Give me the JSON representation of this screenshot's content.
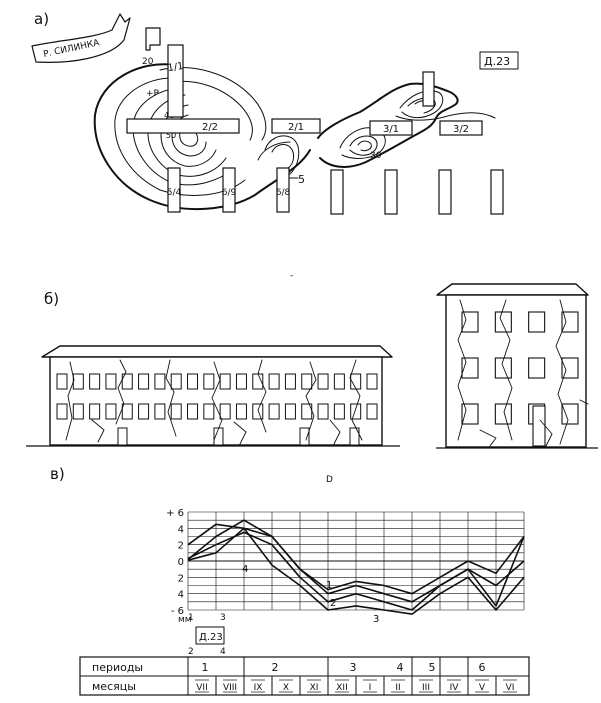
{
  "panels": {
    "a": {
      "label": "а)",
      "river_label": "Р. СИЛИНКА",
      "house_label": "Д.23",
      "contour_labels": [
        "20",
        "+Р",
        "40",
        "50",
        "30"
      ],
      "building_blocks": [
        "1/1",
        "2/2",
        "2/1",
        "3/1",
        "3/2"
      ],
      "pile_labels": [
        "5/4",
        "6/9",
        "6/8"
      ],
      "callout": "5"
    },
    "b": {
      "label": "б)",
      "stray_mark": "-",
      "building_left_window_grid": {
        "rows": 2,
        "cols": 20
      },
      "building_right_window_grid": {
        "rows": 3,
        "cols": 4
      }
    },
    "c": {
      "label": "в)",
      "stray_mark": "D"
    }
  },
  "chart_data": {
    "type": "line",
    "ylabel": "мм",
    "y_ticks": [
      "+ 6",
      "4",
      "2",
      "0",
      "2",
      "4",
      "- 6"
    ],
    "ylim": [
      -6,
      6
    ],
    "legend_box": "Д.23",
    "legend_numbers": [
      "1",
      "3",
      "2",
      "4"
    ],
    "x": [
      "VII",
      "VIII",
      "IX",
      "X",
      "XI",
      "XII",
      "I",
      "II",
      "III",
      "IV",
      "V",
      "VI"
    ],
    "x_row_label": "месяцы",
    "periods_row_label": "периоды",
    "periods": [
      "1",
      "2",
      "3",
      "4",
      "5",
      "6"
    ],
    "series": [
      {
        "name": "1",
        "points": [
          [
            0,
            0.2
          ],
          [
            1,
            3
          ],
          [
            2,
            5
          ],
          [
            3,
            3
          ],
          [
            4,
            -1
          ],
          [
            5,
            -3.5
          ],
          [
            6,
            -2.5
          ],
          [
            7,
            -3
          ],
          [
            8,
            -4
          ],
          [
            9,
            -2
          ],
          [
            10,
            0
          ],
          [
            11,
            -1.5
          ],
          [
            12,
            3
          ]
        ]
      },
      {
        "name": "2",
        "points": [
          [
            0,
            0.3
          ],
          [
            1,
            2
          ],
          [
            2,
            3.5
          ],
          [
            3,
            2
          ],
          [
            4,
            -2
          ],
          [
            5,
            -5
          ],
          [
            6,
            -4
          ],
          [
            7,
            -5
          ],
          [
            8,
            -6
          ],
          [
            9,
            -3
          ],
          [
            10,
            -1
          ],
          [
            11,
            -5.5
          ],
          [
            12,
            3
          ]
        ]
      },
      {
        "name": "3",
        "points": [
          [
            0,
            0.1
          ],
          [
            1,
            1
          ],
          [
            2,
            4
          ],
          [
            3,
            3
          ],
          [
            4,
            -1
          ],
          [
            5,
            -4
          ],
          [
            6,
            -3
          ],
          [
            7,
            -4
          ],
          [
            8,
            -5
          ],
          [
            9,
            -3
          ],
          [
            10,
            -1
          ],
          [
            11,
            -3
          ],
          [
            12,
            0
          ]
        ]
      },
      {
        "name": "4",
        "points": [
          [
            0,
            2
          ],
          [
            1,
            4.5
          ],
          [
            2,
            4
          ],
          [
            3,
            -0.5
          ],
          [
            4,
            -3
          ],
          [
            5,
            -6
          ],
          [
            6,
            -5.5
          ],
          [
            7,
            -6
          ],
          [
            8,
            -6.5
          ],
          [
            9,
            -4
          ],
          [
            10,
            -2
          ],
          [
            11,
            -6
          ],
          [
            12,
            -2
          ]
        ]
      }
    ]
  }
}
